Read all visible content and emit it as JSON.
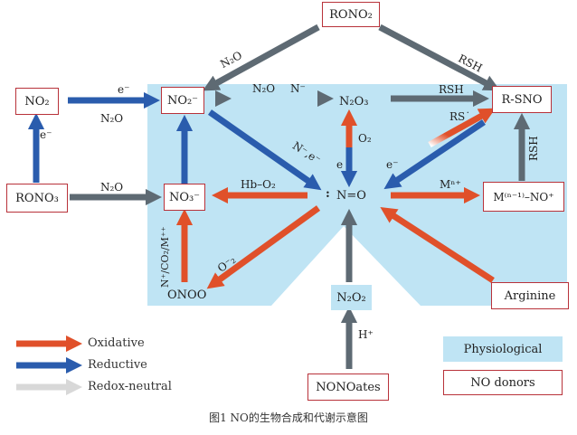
{
  "nodes": {
    "rono2": "RONO₂",
    "no2": "NO₂",
    "no2_minus": "NO₂⁻",
    "n2o3": "N₂O₃",
    "r_sno": "R-SNO",
    "rono3": "RONO₃",
    "no3_minus": "NO₃⁻",
    "n_eq_o": "N=O",
    "n_eq_o_dot": ":",
    "m_no_complex": "M⁽ⁿ⁻¹⁾–NO⁺",
    "onoo": "ONOO",
    "n2o2": "N₂O₂",
    "arginine": "Arginine",
    "nonoates": "NONOates"
  },
  "edge_labels": {
    "n2o_top": "N₂O",
    "rsh_top": "RSH",
    "e_no2": "e⁻",
    "n2o_no2": "N₂O",
    "e_left": "e⁻",
    "n2o_mid": "N₂O",
    "n_minus": "N⁻",
    "rsh_mid": "RSH",
    "rs_dot": "RS˙",
    "rsh_vert": "RSH",
    "n2o_rono3": "N₂O",
    "n_e": "N⁻,e⁻",
    "o2_center": "O₂",
    "e_center": "e",
    "e_right": "e⁻",
    "hb_o2": "Hb–O₂",
    "m_n_plus": "Mⁿ⁺",
    "n_co2_m": "N⁺/CO₂/M⁺⁺",
    "o2_minus": "O⁻₂",
    "h_plus": "H⁺"
  },
  "legend": {
    "oxidative": "Oxidative",
    "reductive": "Reductive",
    "redox_neutral": "Redox-neutral",
    "physiological": "Physiological",
    "no_donors": "NO donors"
  },
  "colors": {
    "oxidative": "#e0502a",
    "reductive": "#2a5cad",
    "neutral": "#5e6a73",
    "physiological_bg": "#bfe4f4",
    "donor_border": "#b8323a"
  },
  "caption": "图1   NO的生物合成和代谢示意图"
}
